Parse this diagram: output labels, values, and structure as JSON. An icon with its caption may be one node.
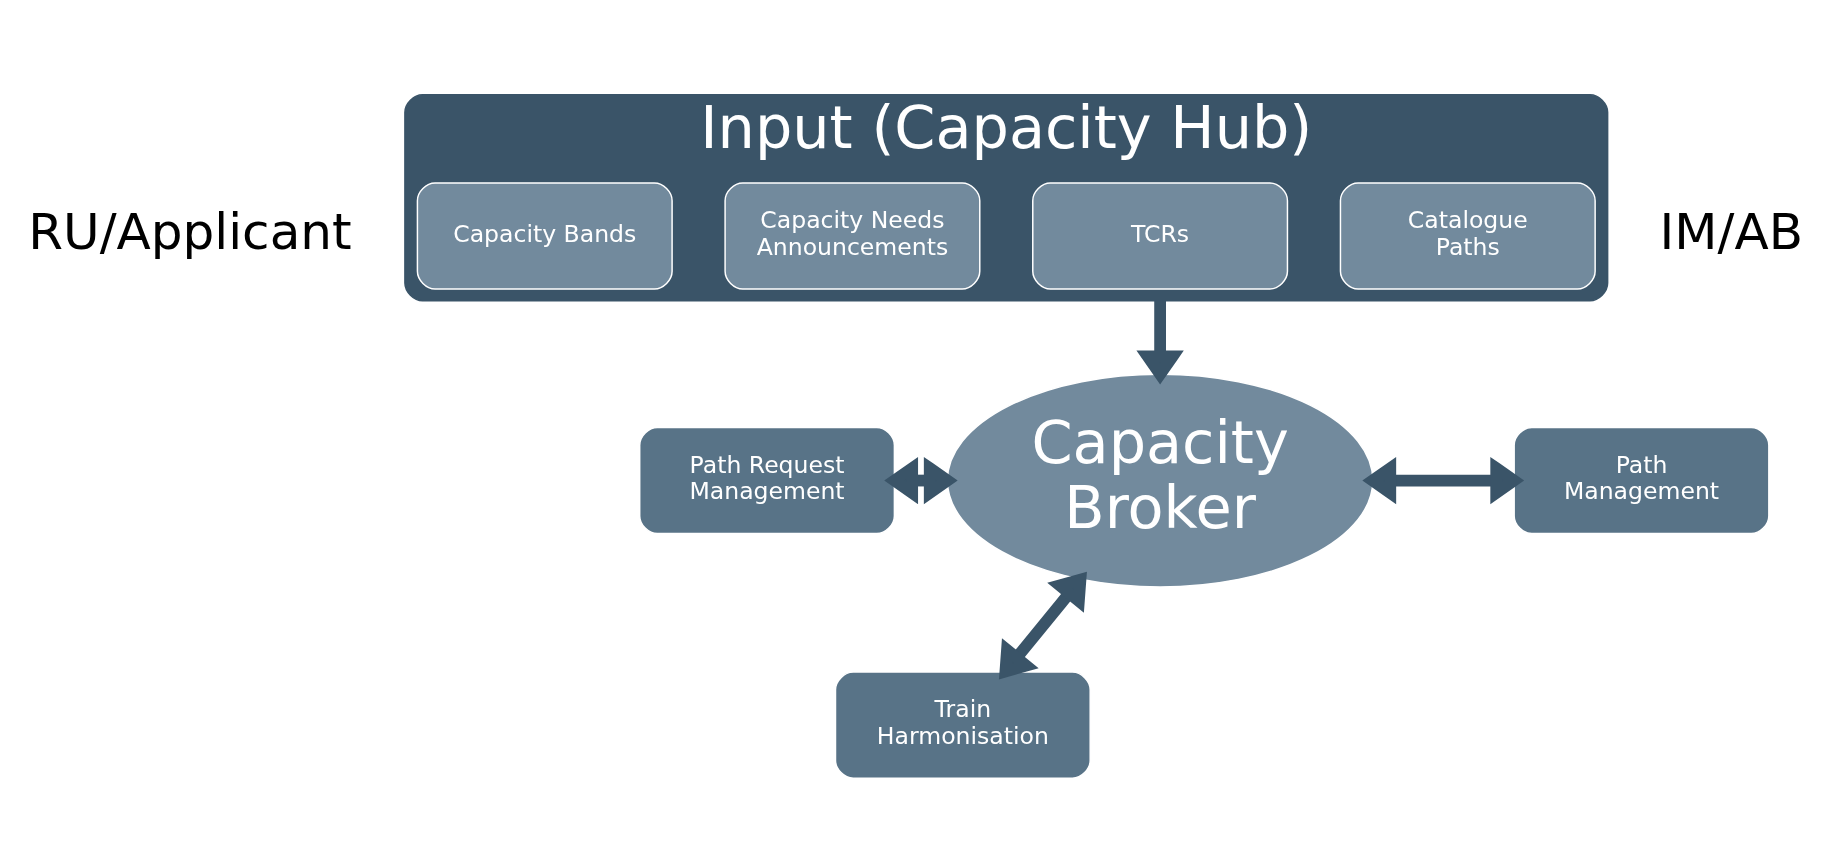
{
  "diagram": {
    "nodes": [
      {
        "text": [
          "Input (Capacity Hub)"
        ]
      },
      {
        "text": [
          "Capacity Bands"
        ],
        "in": 0
      },
      {
        "text": [
          "Capacity Needs Announcements"
        ],
        "in": 0
      },
      {
        "text": [
          "TCRs"
        ],
        "in": 0
      },
      {
        "text": [
          "Catalogue Paths"
        ],
        "in": 0
      },
      {
        "text": [
          "Path Request Management"
        ]
      },
      {
        "text": [
          "Train Harmonisation"
        ]
      },
      {
        "text": [
          "Capacity Broker"
        ]
      },
      {
        "text": [
          "Path Management"
        ]
      }
    ],
    "edges": [
      {
        "from": 0,
        "to": 7,
        "arrow": "to"
      },
      {
        "from": 5,
        "to": 7,
        "arrow": "both"
      },
      {
        "from": 6,
        "to": 7,
        "arrow": "both"
      },
      {
        "from": 7,
        "to": 8,
        "arrow": "both"
      }
    ],
    "labels": [
      "RU/Applicant",
      "IM/AB"
    ]
  }
}
